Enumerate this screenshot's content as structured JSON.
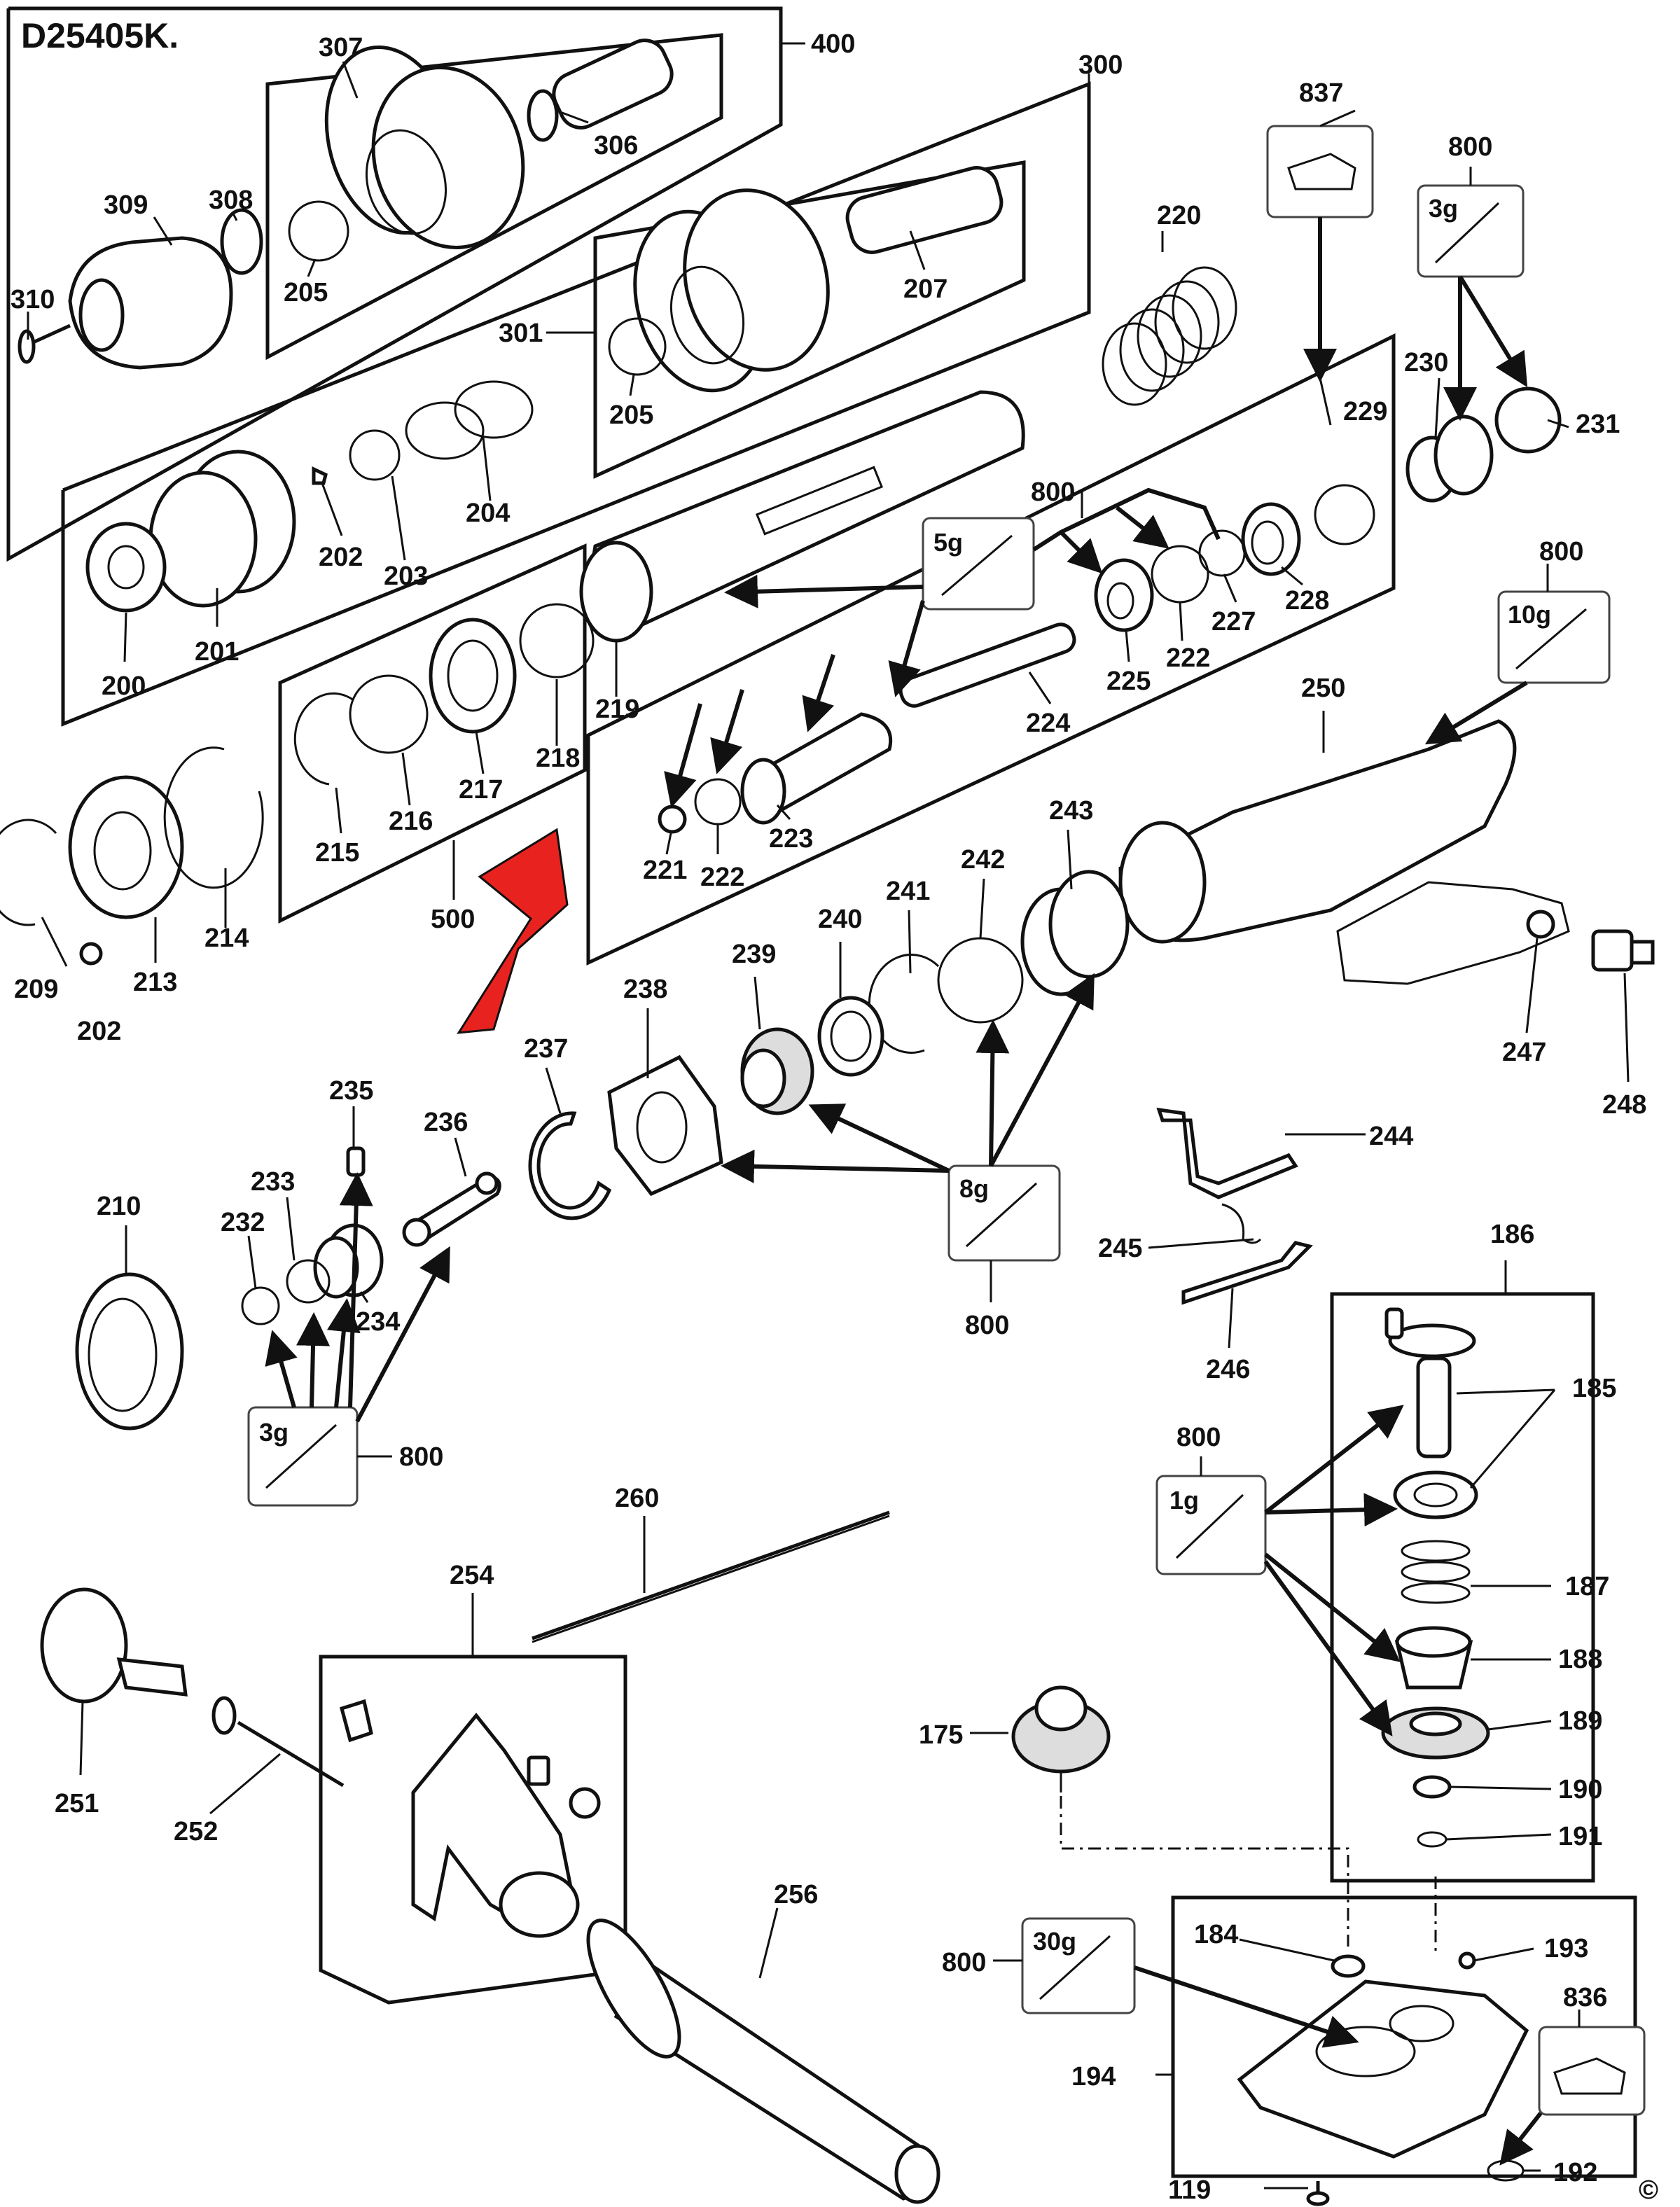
{
  "title": "D25405K.",
  "copyright": "©",
  "labels": {
    "p400": "400",
    "p307": "307",
    "p306": "306",
    "p300": "300",
    "p309": "309",
    "p308": "308",
    "p310": "310",
    "p205a": "205",
    "p301": "301",
    "p207": "207",
    "p205b": "205",
    "p220": "220",
    "p837": "837",
    "p800a": "800",
    "p229": "229",
    "p230": "230",
    "p231": "231",
    "p204": "204",
    "p202a": "202",
    "p203": "203",
    "p201": "201",
    "p200": "200",
    "p800b": "800",
    "p227": "227",
    "p228": "228",
    "p225": "225",
    "p222a": "222",
    "p219": "219",
    "p218": "218",
    "p217": "217",
    "p216": "216",
    "p215": "215",
    "p224": "224",
    "p223": "223",
    "p221": "221",
    "p222b": "222",
    "p800c": "800",
    "p250": "250",
    "p209": "209",
    "p213": "213",
    "p214": "214",
    "p202b": "202",
    "p500": "500",
    "p238": "238",
    "p239": "239",
    "p240": "240",
    "p241": "241",
    "p242": "242",
    "p243": "243",
    "p247": "247",
    "p248": "248",
    "p237": "237",
    "p235": "235",
    "p236": "236",
    "p233": "233",
    "p232": "232",
    "p234": "234",
    "p210": "210",
    "p800d": "800",
    "p244": "244",
    "p245": "245",
    "p246": "246",
    "p186": "186",
    "p185": "185",
    "p187": "187",
    "p188": "188",
    "p189": "189",
    "p190": "190",
    "p191": "191",
    "p800e": "800",
    "p800f": "800",
    "p260": "260",
    "p254": "254",
    "p251": "251",
    "p252": "252",
    "p256": "256",
    "p175": "175",
    "p184": "184",
    "p193": "193",
    "p836": "836",
    "p800g": "800",
    "p194": "194",
    "p192": "192",
    "p119": "119"
  },
  "grease": {
    "g3a": "3g",
    "g5": "5g",
    "g10": "10g",
    "g8": "8g",
    "g3b": "3g",
    "g1": "1g",
    "g30": "30g"
  },
  "colors": {
    "arrow": "#e8231f",
    "ink": "#111111"
  }
}
